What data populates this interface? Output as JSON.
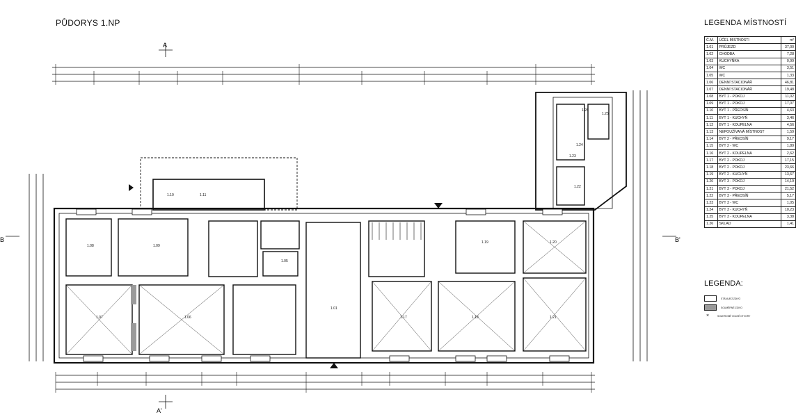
{
  "drawing": {
    "title": "PŮDORYS 1.NP",
    "section_marks": [
      "A",
      "A'",
      "B",
      "B'"
    ],
    "room_labels": [
      {
        "num": "1.01"
      },
      {
        "num": "1.05"
      },
      {
        "num": "1.06"
      },
      {
        "num": "1.07"
      },
      {
        "num": "1.08"
      },
      {
        "num": "1.09"
      },
      {
        "num": "1.10"
      },
      {
        "num": "1.11"
      },
      {
        "num": "1.17"
      },
      {
        "num": "1.18"
      },
      {
        "num": "1.19"
      },
      {
        "num": "1.20"
      },
      {
        "num": "1.21"
      },
      {
        "num": "1.22"
      },
      {
        "num": "1.23"
      },
      {
        "num": "1.24"
      },
      {
        "num": "1.25"
      },
      {
        "num": "1.26"
      }
    ]
  },
  "legend_rooms": {
    "title": "LEGENDA MÍSTNOSTÍ",
    "headers": [
      "Č.M.",
      "ÚČEL MÍSTNOSTI",
      "m²"
    ],
    "rows": [
      [
        "1.01",
        "PRŮJEZD",
        "37,00"
      ],
      [
        "1.02",
        "CHODBA",
        "7,28"
      ],
      [
        "1.03",
        "KUCHYŇKA",
        "0,99"
      ],
      [
        "1.04",
        "WC",
        "3,51"
      ],
      [
        "1.05",
        "WC",
        "1,33"
      ],
      [
        "1.06",
        "DENNÍ STACIONÁŘ",
        "46,81"
      ],
      [
        "1.07",
        "DENNÍ STACIONÁŘ",
        "19,48"
      ],
      [
        "1.08",
        "BYT 1 - POKOJ",
        "11,02"
      ],
      [
        "1.09",
        "BYT 1 - POKOJ",
        "17,07"
      ],
      [
        "1.10",
        "BYT 1 - PŘEDSÍŇ",
        "4,63"
      ],
      [
        "1.11",
        "BYT 1 - KUCHYŇ",
        "3,46"
      ],
      [
        "1.12",
        "BYT 1 - KOUPELNA",
        "4,56"
      ],
      [
        "1.13",
        "NEPOUŽÍVANÁ MÍSTNOST",
        "1,59"
      ],
      [
        "1.14",
        "BYT 2 - PŘEDSÍŇ",
        "9,17"
      ],
      [
        "1.15",
        "BYT 2 - WC",
        "1,89"
      ],
      [
        "1.16",
        "BYT 2 - KOUPELNA",
        "2,62"
      ],
      [
        "1.17",
        "BYT 2 - POKOJ",
        "17,15"
      ],
      [
        "1.18",
        "BYT 2 - POKOJ",
        "23,66"
      ],
      [
        "1.19",
        "BYT 2 - KUCHYŇ",
        "13,67"
      ],
      [
        "1.20",
        "BYT 3 - POKOJ",
        "14,19"
      ],
      [
        "1.21",
        "BYT 3 - POKOJ",
        "21,52"
      ],
      [
        "1.22",
        "BYT 3 - PŘEDSÍŇ",
        "5,17"
      ],
      [
        "1.23",
        "BYT 3 - WC",
        "1,05"
      ],
      [
        "1.24",
        "BYT 3 - KUCHYŇ",
        "10,23"
      ],
      [
        "1.25",
        "BYT 3 - KOUPELNA",
        "3,38"
      ],
      [
        "1.26",
        "SKLAD",
        "1,41"
      ]
    ]
  },
  "legend": {
    "title": "LEGENDA:",
    "items": [
      {
        "label": "STÁVAJÍCÍ ZDIVO",
        "swatch": "#ffffff"
      },
      {
        "label": "SOUMĚRNÉ ZDIVO",
        "swatch": "#9a9a9a"
      }
    ],
    "x_symbol": "×",
    "x_label": "SOUKROMÉ VOLNÉ OTVORY"
  }
}
